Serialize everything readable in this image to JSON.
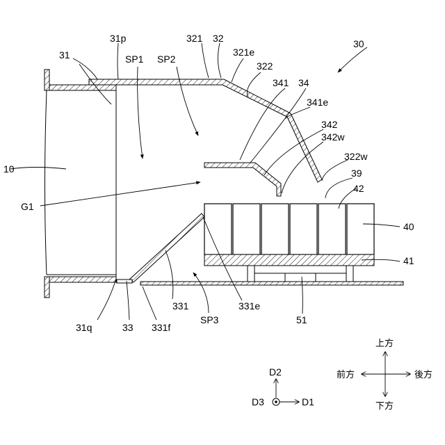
{
  "labels": {
    "l30": "30",
    "l31": "31",
    "l31p": "31p",
    "l321": "321",
    "l32": "32",
    "l321e": "321e",
    "l322": "322",
    "lSP1": "SP1",
    "lSP2": "SP2",
    "l341": "341",
    "l34": "34",
    "l341e": "341e",
    "l342": "342",
    "l342w": "342w",
    "l322w": "322w",
    "l39": "39",
    "l42": "42",
    "l10": "10",
    "lG1": "G1",
    "l40": "40",
    "l41": "41",
    "l331": "331",
    "l331e": "331e",
    "lSP3": "SP3",
    "l51": "51",
    "l31q": "31q",
    "l33": "33",
    "l331f": "331f",
    "lD2": "D2",
    "lD3": "D3",
    "lD1": "D1",
    "dirUp": "上方",
    "dirDown": "下方",
    "dirFront": "前方",
    "dirRear": "後方"
  }
}
